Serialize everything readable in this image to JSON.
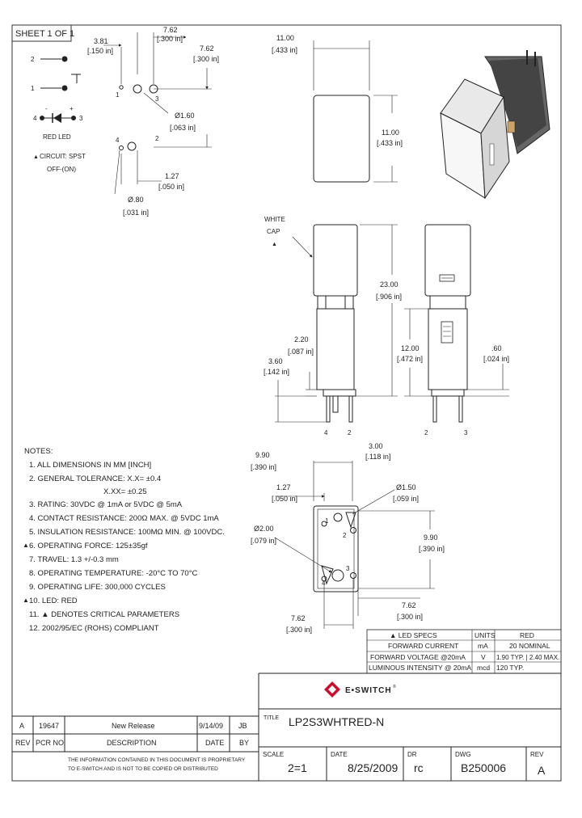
{
  "sheet_label": "SHEET 1 OF 1",
  "schematic": {
    "pin2": "2",
    "pin1": "1",
    "pin4": "4",
    "pin3": "3",
    "minus": "-",
    "plus": "+",
    "led_label": "RED LED",
    "circuit_line1": "CIRCUIT: SPST",
    "circuit_line2": "OFF-(ON)"
  },
  "footprint_dims": {
    "d_381_mm": "3.81",
    "d_381_in": "[.150 in]",
    "d_762_mm": "7.62",
    "d_762_in": "[.300 in]",
    "d_762b_mm": "7.62",
    "d_762b_in": "[.300 in]",
    "d_160_mm": "Ø1.60",
    "d_160_in": "[.063 in]",
    "d_127_mm": "1.27",
    "d_127_in": "[.050 in]",
    "d_080_mm": "Ø.80",
    "d_080_in": "[.031 in]",
    "p1": "1",
    "p2": "2",
    "p3": "3",
    "p4": "4"
  },
  "top_view": {
    "w_mm": "11.00",
    "w_in": "[.433 in]",
    "h_mm": "11.00",
    "h_in": "[.433 in]"
  },
  "side_view": {
    "cap_line1": "WHITE",
    "cap_line2": "CAP",
    "h_2300_mm": "23.00",
    "h_2300_in": "[.906 in]",
    "h_1200_mm": "12.00",
    "h_1200_in": "[.472 in]",
    "h_220_mm": "2.20",
    "h_220_in": "[.087 in]",
    "h_360_mm": "3.60",
    "h_360_in": "[.142 in]",
    "h_060_mm": ".60",
    "h_060_in": "[.024 in]",
    "w_300_mm": "3.00",
    "w_300_in": "[.118 in]",
    "pins_left": [
      "4",
      "2"
    ],
    "pins_right": [
      "2",
      "3"
    ]
  },
  "bottom_view": {
    "w_990_mm": "9.90",
    "w_990_in": "[.390 in]",
    "d_127_mm": "1.27",
    "d_127_in": "[.050 in]",
    "d_150_mm": "Ø1.50",
    "d_150_in": "[.059 in]",
    "d_200_mm": "Ø2.00",
    "d_200_in": "[.079 in]",
    "h_990_mm": "9.90",
    "h_990_in": "[.390 in]",
    "w_762_mm": "7.62",
    "w_762_in": "[.300 in]",
    "w_762b_mm": "7.62",
    "w_762b_in": "[.300 in]",
    "pins": [
      "1",
      "2",
      "3",
      "4"
    ]
  },
  "notes": {
    "title": "NOTES:",
    "items": [
      "1. ALL DIMENSIONS IN MM [INCH]",
      "2. GENERAL TOLERANCE: X.X= ±0.4",
      "X.XX= ±0.25",
      "3. RATING: 30VDC @ 1mA or 5VDC @ 5mA",
      "4. CONTACT RESISTANCE: 200Ω MAX. @ 5VDC 1mA",
      "5. INSULATION RESISTANCE: 100MΩ MIN. @ 100VDC.",
      "6. OPERATING FORCE: 125±35gf",
      "7. TRAVEL: 1.3 +/-0.3 mm",
      "8. OPERATING TEMPERATURE: -20°C TO 70°C",
      "9. OPERATING LIFE: 300,000 CYCLES",
      "10. LED: RED",
      "11. ▲ DENOTES CRITICAL PARAMETERS",
      "12. 2002/95/EC (ROHS) COMPLIANT"
    ]
  },
  "led_specs": {
    "header": [
      "▲ LED SPECS",
      "UNITS",
      "RED"
    ],
    "rows": [
      [
        "FORWARD CURRENT",
        "mA",
        "20 NOMINAL"
      ],
      [
        "FORWARD VOLTAGE @20mA",
        "V",
        "1.90 TYP. | 2.40 MAX."
      ],
      [
        "LUMINOUS INTENSITY @ 20mA",
        "mcd",
        "120 TYP."
      ]
    ]
  },
  "logo": {
    "text": "E•SWITCH",
    "tm": "®",
    "color": "#c8102e"
  },
  "revision": {
    "row": [
      "A",
      "19647",
      "New Release",
      "9/14/09",
      "JB"
    ],
    "headers": [
      "REV",
      "PCR NO",
      "DESCRIPTION",
      "DATE",
      "BY"
    ],
    "disclaimer1": "THE INFORMATION CONTAINED IN THIS DOCUMENT IS PROPRIETARY",
    "disclaimer2": "TO E-SWITCH AND IS NOT TO BE COPIED OR DISTRIBUTED"
  },
  "title_block": {
    "title_label": "TITLE",
    "title": "LP2S3WHTRED-N",
    "scale_label": "SCALE",
    "scale": "2=1",
    "date_label": "DATE",
    "date": "8/25/2009",
    "dr_label": "DR",
    "dr": "rc",
    "dwg_label": "DWG",
    "dwg": "B250006",
    "rev_label": "REV",
    "rev": "A"
  }
}
